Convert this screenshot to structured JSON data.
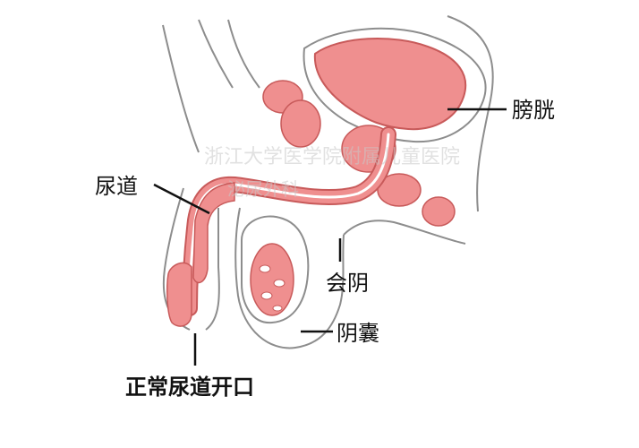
{
  "labels": {
    "bladder": "膀胱",
    "urethra": "尿道",
    "perineum": "会阴",
    "scrotum": "阴囊",
    "normal_opening": "正常尿道开口"
  },
  "watermark": {
    "line1": "浙江大学医学院附属儿童医院",
    "line2": "泌尿外科"
  },
  "colors": {
    "organ_fill": "#ef8f8f",
    "organ_stroke": "#c85a5a",
    "outline": "#8d8d8d",
    "background": "#ffffff"
  }
}
